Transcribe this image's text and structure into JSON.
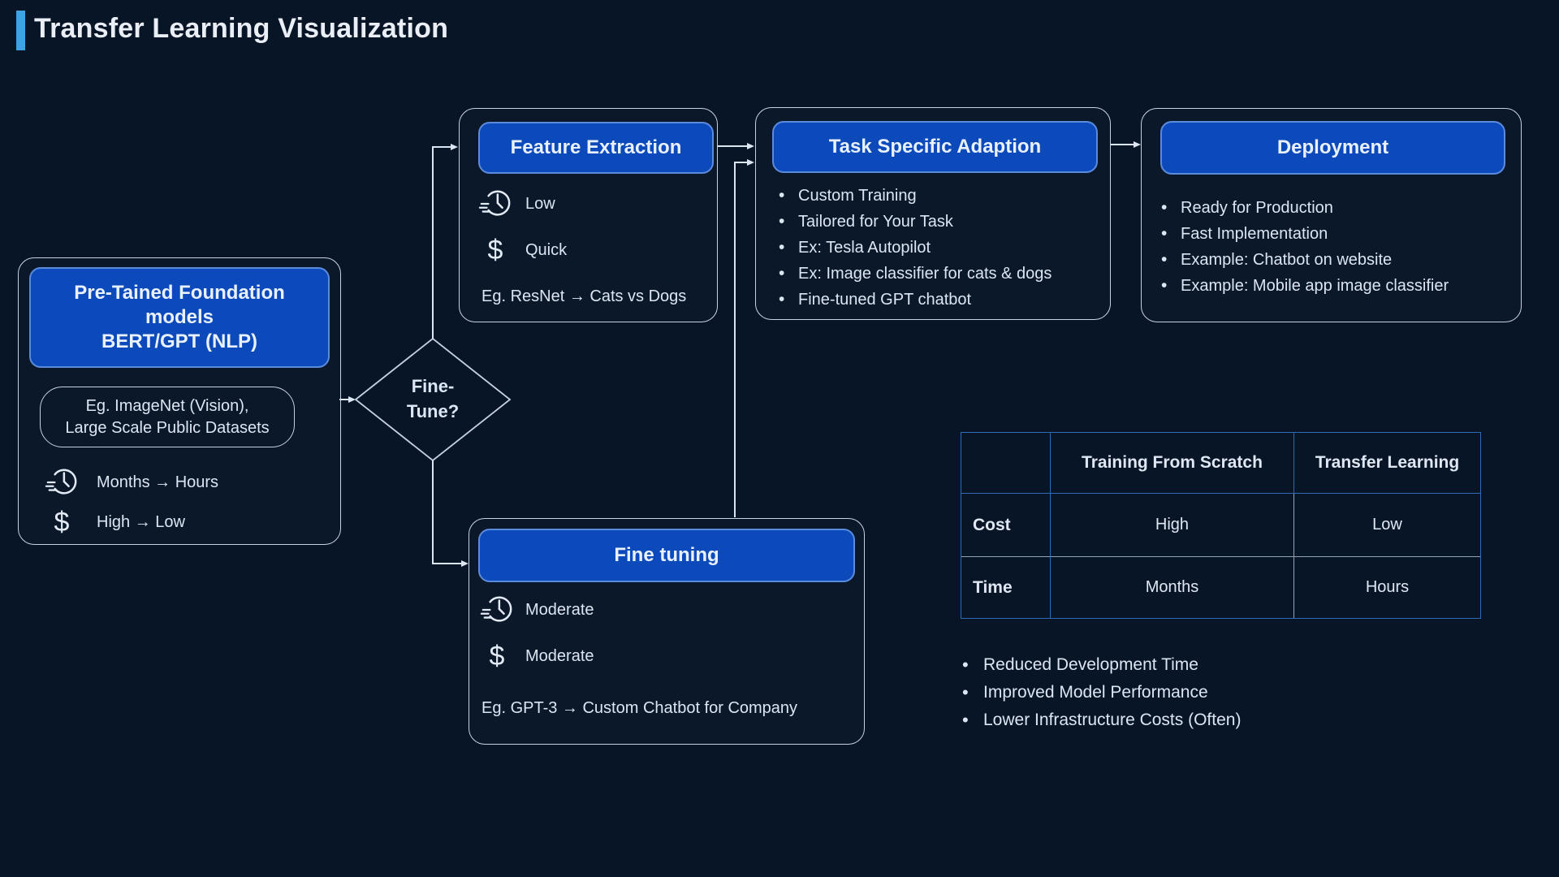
{
  "title": "Transfer Learning Visualization",
  "colors": {
    "background": "#081527",
    "accent_bar": "#3fa2e4",
    "primary_blue": "#0c4abc",
    "blue_border": "#5b8bdc",
    "line": "#dce6f2",
    "table_border_strong": "#2e6bb2",
    "table_border_soft": "#8fa3bb"
  },
  "icons": {
    "time": "clock-icon",
    "cost": "dollar-icon",
    "dollar_glyph": "$"
  },
  "pretrained_node": {
    "title": "Pre-Tained Foundation models",
    "subtitle": "BERT/GPT (NLP)",
    "example_line1": "Eg. ImageNet (Vision),",
    "example_line2": "Large Scale Public Datasets",
    "time": "Months → Hours",
    "cost": "High → Low"
  },
  "decision_node": {
    "label": "Fine-Tune?"
  },
  "feature_extraction_node": {
    "title": "Feature Extraction",
    "time": "Low",
    "cost": "Quick",
    "example": "Eg. ResNet → Cats vs Dogs"
  },
  "fine_tuning_node": {
    "title": "Fine tuning",
    "time": "Moderate",
    "cost": "Moderate",
    "example": "Eg. GPT-3 → Custom Chatbot for Company"
  },
  "task_adaption_node": {
    "title": "Task Specific Adaption",
    "bullets": [
      "Custom Training",
      "Tailored for Your Task",
      "Ex: Tesla Autopilot",
      "Ex: Image classifier for cats & dogs",
      "Fine-tuned GPT chatbot"
    ]
  },
  "deployment_node": {
    "title": "Deployment",
    "bullets": [
      "Ready for Production",
      "Fast Implementation",
      "Example: Chatbot on website",
      "Example: Mobile app image classifier"
    ]
  },
  "comparison_table": {
    "headers": [
      "",
      "Training From Scratch",
      "Transfer Learning"
    ],
    "rows": [
      {
        "label": "Cost",
        "values": [
          "High",
          "Low"
        ]
      },
      {
        "label": "Time",
        "values": [
          "Months",
          "Hours"
        ]
      }
    ]
  },
  "benefits": [
    "Reduced Development Time",
    "Improved Model Performance",
    "Lower Infrastructure Costs (Often)"
  ]
}
